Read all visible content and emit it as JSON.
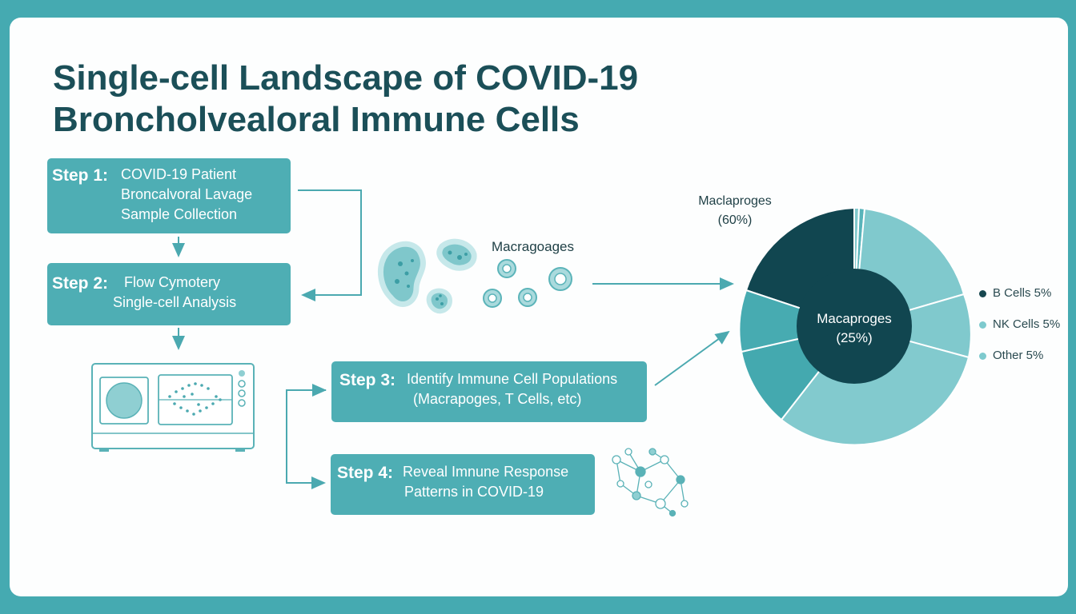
{
  "title": {
    "line1": "Single-cell Landscape of COVID-19",
    "line2": "Broncholvealoral Immune Cells"
  },
  "steps": [
    {
      "label": "Step 1:",
      "lines": [
        "COVID-19 Patient",
        "Broncalvoral Lavage",
        "Sample Collection"
      ]
    },
    {
      "label": "Step 2:",
      "lines": [
        "Flow Cymotery",
        "Single-cell Analysis"
      ]
    },
    {
      "label": "Step 3:",
      "lines": [
        "Identify Immune Cell Populations",
        "(Macrapoges, T Cells, etc)"
      ]
    },
    {
      "label": "Step 4:",
      "lines": [
        "Reveal Imnune Response",
        "Patterns in COVID-19"
      ]
    }
  ],
  "cells_label": "Macragoages",
  "chart": {
    "top_label_line1": "Maclaproges",
    "top_label_line2": "(60%)",
    "center_label_line1": "Macaproges",
    "center_label_line2": "(25%)",
    "legend": [
      {
        "text": "B Cells 5%",
        "color": "#17474f"
      },
      {
        "text": "NK Cells 5%",
        "color": "#7ecace"
      },
      {
        "text": "Other 5%",
        "color": "#7ecace"
      }
    ]
  },
  "colors": {
    "frame": "#45aab1",
    "step_box": "#4eaeb4",
    "title": "#1b4f58",
    "dark_slice": "#114650",
    "mid_slice": "#44a9af",
    "light_slice": "#80c9cd"
  }
}
